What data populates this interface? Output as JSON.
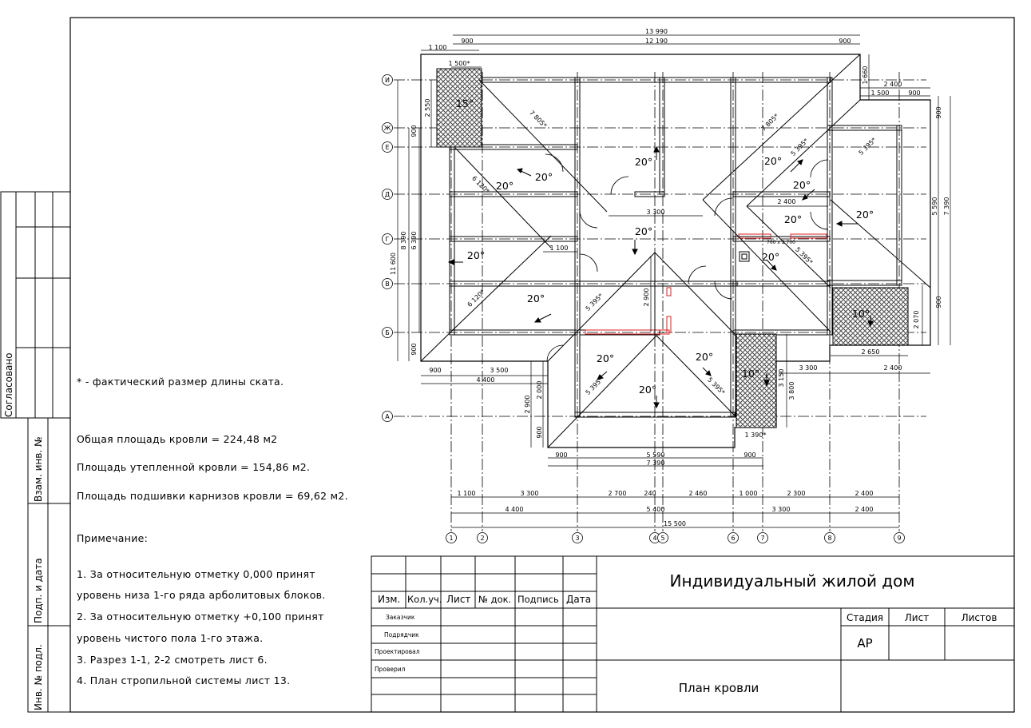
{
  "stamp": {
    "soglasovano": "Согласовано",
    "vzam_inv": "Взам. инв. №",
    "podp_data": "Подп. и дата",
    "inv_podl": "Инв. № подл."
  },
  "notes": {
    "footnote": "* - фактический размер длины ската.",
    "area_total": "Общая площадь кровли = 224,48 м2",
    "area_insulated": "Площадь утепленной кровли = 154,86 м2.",
    "area_soffit": "Площадь подшивки карнизов кровли = 69,62 м2.",
    "remark_title": "Примечание:",
    "remarks": [
      "1. За относительную отметку 0,000 принят",
      "уровень низа 1-го ряда арболитовых блоков.",
      "2. За относительную отметку +0,100 принят",
      "уровень чистого пола 1-го этажа.",
      "3. Разрез 1-1, 2-2 смотреть лист 6.",
      "4. План стропильной системы лист 13."
    ]
  },
  "title_block": {
    "columns": [
      "Изм.",
      "Кол.уч.",
      "Лист",
      "№ док.",
      "Подпись",
      "Дата"
    ],
    "roles": [
      "Заказчик",
      "Подрядчик",
      "Проектировал",
      "Проверил"
    ],
    "project": "Индивидуальный жилой дом",
    "stage_header": "Стадия",
    "sheet_header": "Лист",
    "sheets_header": "Листов",
    "stage": "АР",
    "drawing": "План кровли"
  },
  "plan": {
    "axes_rows": [
      "И",
      "Ж",
      "Е",
      "Д",
      "Г",
      "В",
      "Б",
      "А"
    ],
    "axes_cols": [
      "1",
      "2",
      "3",
      "4",
      "5",
      "6",
      "7",
      "8",
      "9"
    ],
    "slopes": [
      "15°",
      "20°",
      "20°",
      "20°",
      "20°",
      "20°",
      "20°",
      "20°",
      "20°",
      "20°",
      "20°",
      "20°",
      "20°",
      "20°",
      "20°",
      "10°",
      "10°"
    ],
    "dims_top": [
      "13 990",
      "900",
      "12 190",
      "900",
      "1 100",
      "1 500*"
    ],
    "dims_right": [
      "1 660",
      "2 400",
      "1 500",
      "900",
      "900",
      "5 590",
      "7 390",
      "900",
      "2 070"
    ],
    "dims_left": [
      "2 550",
      "900",
      "8 390",
      "6 390",
      "11 600",
      "900"
    ],
    "dims_inner": [
      "7 805*",
      "7 805*",
      "5 395*",
      "5 395*",
      "5 395*",
      "6 120*",
      "6 120*",
      "5 395*",
      "5 395*",
      "5 395*",
      "3 300",
      "1 100",
      "2 400",
      "2 900",
      "760 x 2 700",
      "2 650",
      "1 390*"
    ],
    "dims_lower": [
      "900",
      "3 500",
      "4 400",
      "2 900",
      "2 000",
      "900",
      "3 300",
      "2 400",
      "3 150",
      "3 800",
      "900",
      "5 590",
      "900",
      "7 390"
    ],
    "dims_bottom_row1": [
      "1 100",
      "3 300",
      "2 700",
      "240",
      "2 460",
      "1 000",
      "2 300",
      "2 400"
    ],
    "dims_bottom_row2": [
      "4 400",
      "5 400",
      "3 300",
      "2 400"
    ],
    "dims_bottom_total": "15 500"
  }
}
